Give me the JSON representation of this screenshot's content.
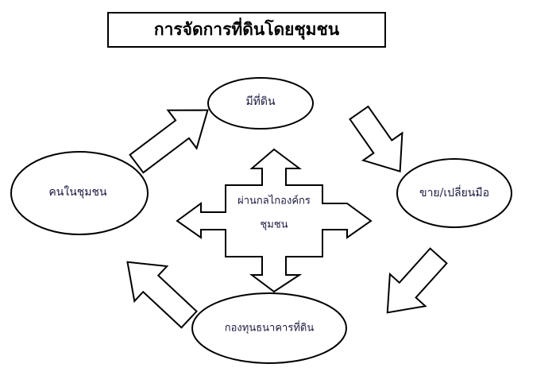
{
  "title": "การจัดการที่ดินโดยชุมชน",
  "nodes": {
    "top": "มีที่ดิน",
    "right": "ขาย/เปลี่ยนมือ",
    "bottom": "กองทุนธนาคารที่ดิน",
    "left": "คนในชุมชน"
  },
  "center": {
    "line1": "ผ่านกลไกองค์กร",
    "line2": "ชุมชน"
  }
}
